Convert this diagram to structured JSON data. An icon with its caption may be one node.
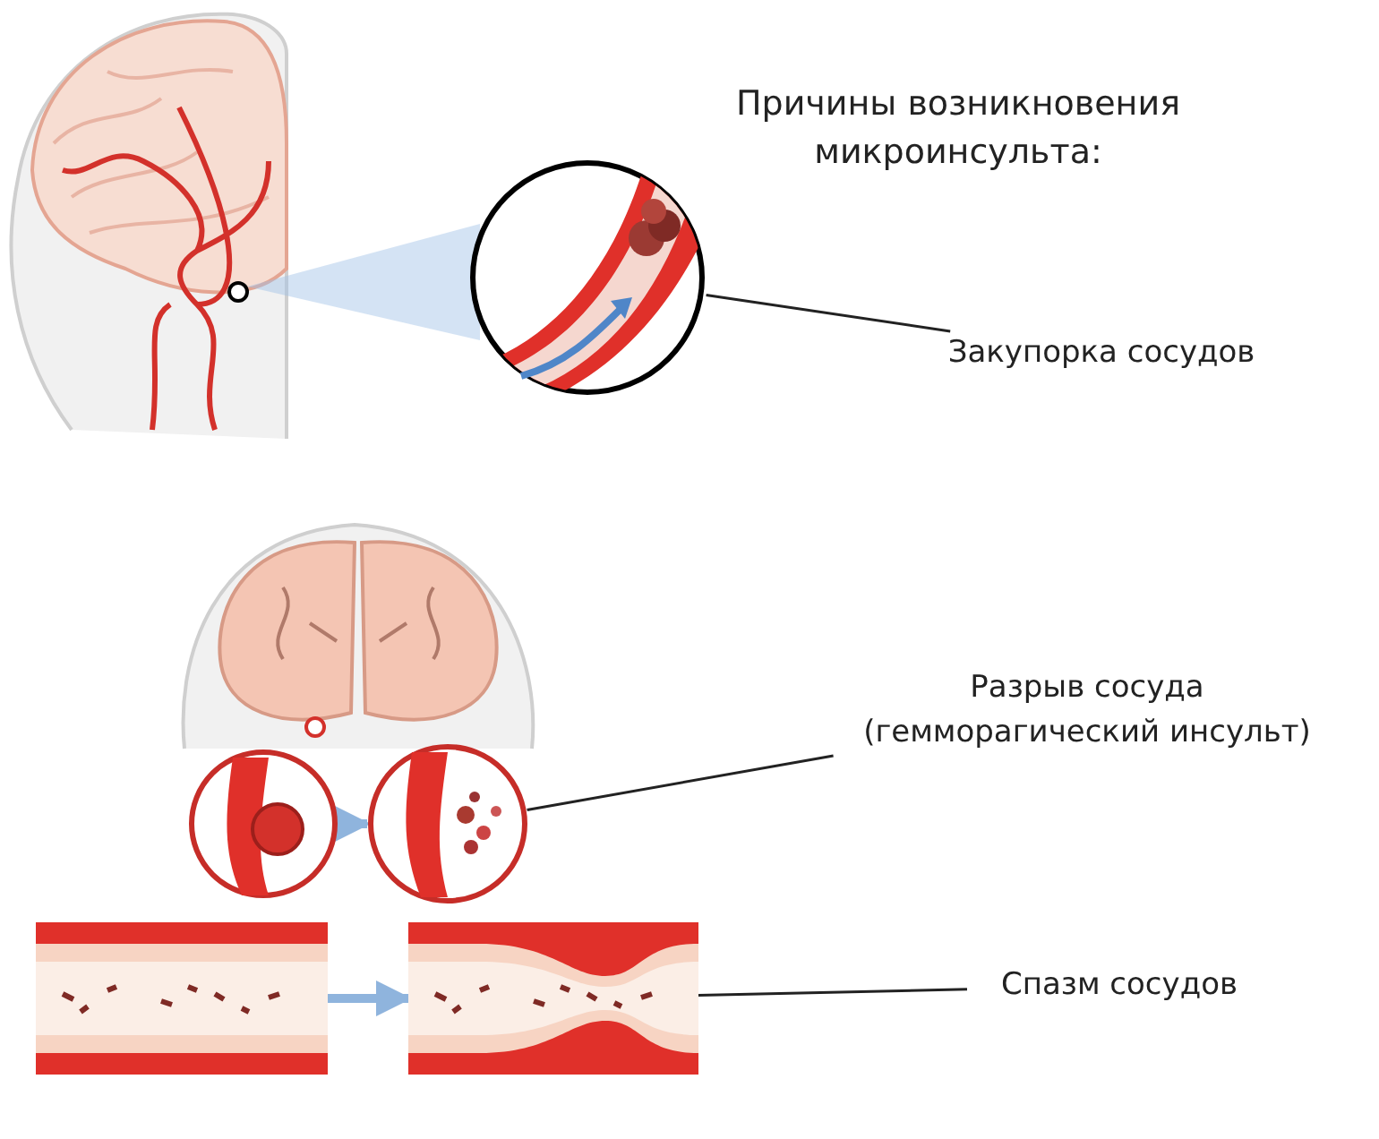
{
  "diagram": {
    "title": "Причины возникновения микроинсульта:",
    "nodes": [
      {
        "text": [],
        "shape": "picture"
      },
      {
        "text": [],
        "shape": "picture"
      },
      {
        "text": [
          "Закупорка сосудов"
        ]
      },
      {
        "text": [],
        "shape": "picture"
      },
      {
        "text": [],
        "shape": "picture"
      },
      {
        "text": [],
        "shape": "picture"
      },
      {
        "text": [
          "Разрыв сосуда (гемморагический инсульт)"
        ]
      },
      {
        "text": [],
        "shape": "picture"
      },
      {
        "text": [],
        "shape": "picture"
      },
      {
        "text": [
          "Спазм сосудов"
        ]
      }
    ],
    "edges": [
      {
        "from": 2,
        "to": 1,
        "arrow": "none"
      },
      {
        "from": 4,
        "to": 5,
        "arrow": "to",
        "style": "thick",
        "color": "#8fb4dd"
      },
      {
        "from": 6,
        "to": 5,
        "arrow": "none"
      },
      {
        "from": 7,
        "to": 8,
        "arrow": "to",
        "style": "thick",
        "color": "#8fb4dd"
      },
      {
        "from": 9,
        "to": 8,
        "arrow": "none"
      }
    ]
  }
}
